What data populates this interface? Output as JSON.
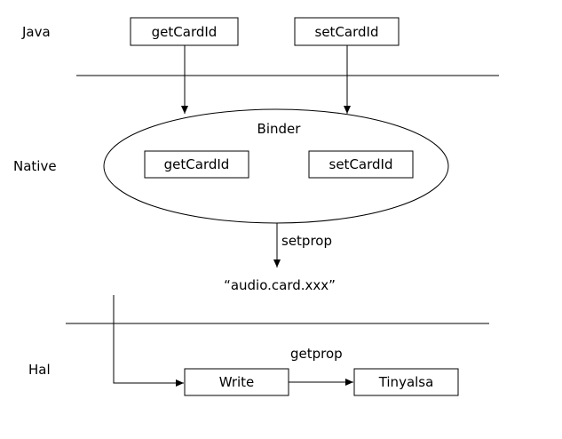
{
  "layers": {
    "java": "Java",
    "native": "Native",
    "hal": "Hal"
  },
  "java_boxes": {
    "get": "getCardId",
    "set": "setCardId"
  },
  "binder": {
    "title": "Binder",
    "get": "getCardId",
    "set": "setCardId"
  },
  "flow": {
    "setprop": "setprop",
    "property": "“audio.card.xxx”",
    "getprop": "getprop",
    "write": "Write",
    "tinyalsa": "Tinyalsa"
  }
}
